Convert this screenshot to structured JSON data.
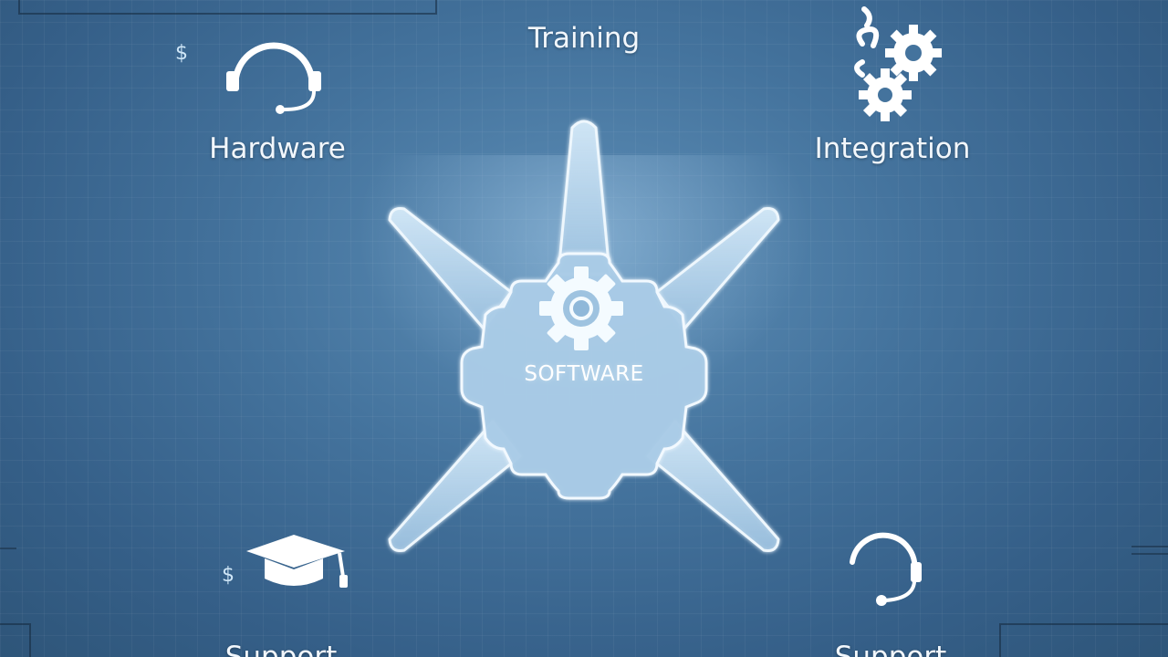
{
  "diagram": {
    "center": {
      "label": "SOFTWARE",
      "icon": "gear-icon"
    },
    "nodes": [
      {
        "id": "training",
        "label": "Training",
        "icon": null
      },
      {
        "id": "hardware",
        "label": "Hardware",
        "icon": "headset-icon"
      },
      {
        "id": "integration",
        "label": "Integration",
        "icon": "gears-icon"
      },
      {
        "id": "support_left",
        "label": "Support",
        "icon": "graduation-cap-icon"
      },
      {
        "id": "support_right",
        "label": "Support",
        "icon": "headset-icon"
      }
    ],
    "decorations": {
      "dollar_symbol": "$"
    }
  },
  "colors": {
    "background": "#44739d",
    "line": "#e8f3fb",
    "fill": "#b9d6ec",
    "text": "#f2f7fc"
  }
}
